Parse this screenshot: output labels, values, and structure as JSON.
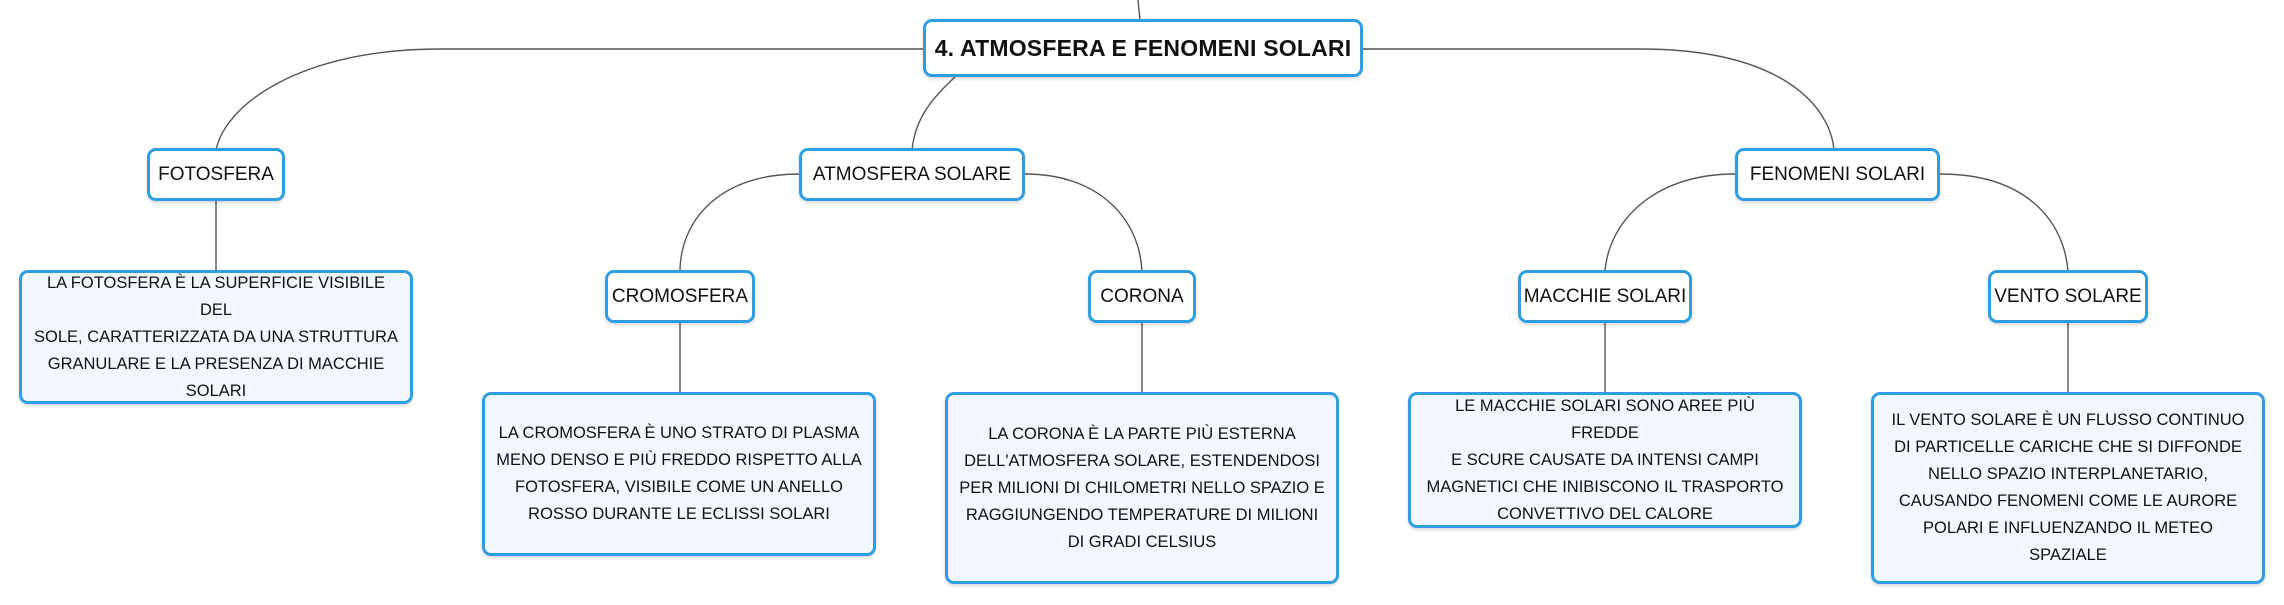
{
  "root": {
    "title": "4. ATMOSFERA E FENOMENI SOLARI"
  },
  "topics": {
    "fotosfera": {
      "label": "FOTOSFERA",
      "description": [
        "LA FOTOSFERA È LA SUPERFICIE VISIBILE DEL",
        "SOLE, CARATTERIZZATA DA UNA STRUTTURA",
        "GRANULARE E LA PRESENZA DI MACCHIE",
        "SOLARI"
      ]
    },
    "atmosfera_solare": {
      "label": "ATMOSFERA SOLARE",
      "cromosfera": {
        "label": "CROMOSFERA",
        "description": [
          "LA CROMOSFERA È UNO STRATO DI PLASMA",
          "MENO DENSO E PIÙ FREDDO RISPETTO ALLA",
          "FOTOSFERA, VISIBILE COME UN ANELLO",
          "ROSSO DURANTE LE ECLISSI SOLARI"
        ]
      },
      "corona": {
        "label": "CORONA",
        "description": [
          "LA CORONA È LA PARTE PIÙ ESTERNA",
          "DELL'ATMOSFERA SOLARE, ESTENDENDOSI",
          "PER MILIONI DI CHILOMETRI NELLO SPAZIO E",
          "RAGGIUNGENDO TEMPERATURE DI MILIONI",
          "DI GRADI CELSIUS"
        ]
      }
    },
    "fenomeni_solari": {
      "label": "FENOMENI SOLARI",
      "macchie_solari": {
        "label": "MACCHIE SOLARI",
        "description": [
          "LE MACCHIE SOLARI SONO AREE PIÙ FREDDE",
          "E SCURE CAUSATE DA INTENSI CAMPI",
          "MAGNETICI CHE INIBISCONO IL TRASPORTO",
          "CONVETTIVO DEL CALORE"
        ]
      },
      "vento_solare": {
        "label": "VENTO SOLARE",
        "description": [
          "IL VENTO SOLARE È UN FLUSSO CONTINUO",
          "DI PARTICELLE CARICHE CHE SI DIFFONDE",
          "NELLO SPAZIO INTERPLANETARIO,",
          "CAUSANDO FENOMENI COME LE AURORE",
          "POLARI E INFLUENZANDO IL METEO SPAZIALE"
        ]
      }
    }
  },
  "colors": {
    "node_border": "#2f9ee0",
    "node_fill": "#f2f8fd",
    "connector": "#555555",
    "text": "#111111"
  }
}
